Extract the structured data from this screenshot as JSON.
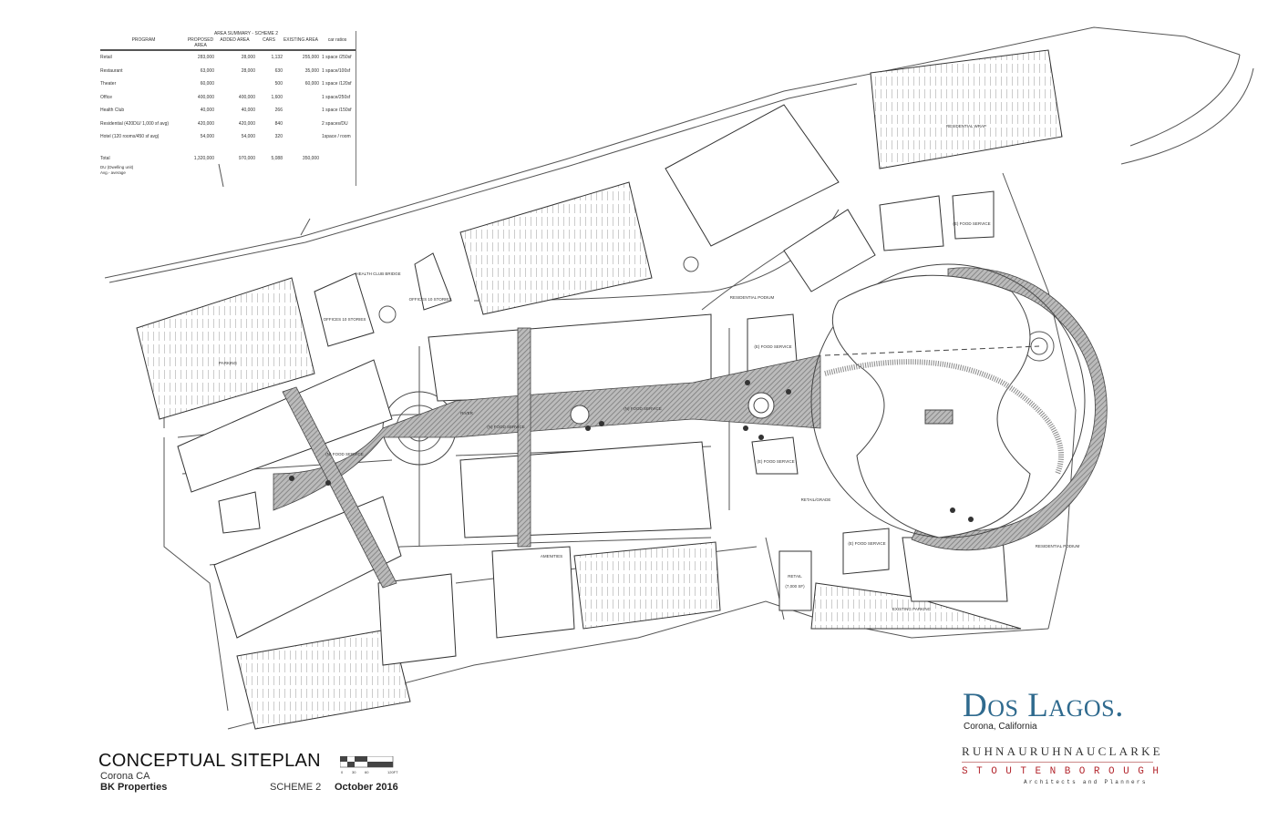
{
  "area_summary": {
    "title": "AREA SUMMARY - SCHEME 2",
    "headers": [
      "PROGRAM",
      "PROPOSED AREA",
      "ADDED AREA",
      "CARS",
      "EXISTING AREA",
      "car ratios"
    ],
    "rows": [
      [
        "Retail",
        "283,000",
        "28,000",
        "1,132",
        "255,000",
        "1 space /250sf"
      ],
      [
        "Restaurant",
        "63,000",
        "28,000",
        "630",
        "35,000",
        "1 space/100sf"
      ],
      [
        "Theater",
        "60,000",
        "",
        "500",
        "60,000",
        "1 space /120sf"
      ],
      [
        "Office",
        "400,000",
        "400,000",
        "1,600",
        "",
        "1 space/250sf"
      ],
      [
        "Health Club",
        "40,000",
        "40,000",
        "266",
        "",
        "1 space /150sf"
      ],
      [
        "Residential (420DU/ 1,000 sf avg)",
        "420,000",
        "420,000",
        "840",
        "",
        "2 spaces/DU"
      ],
      [
        "Hotel (120 rooms/450 sf avg)",
        "54,000",
        "54,000",
        "320",
        "",
        "1space / room"
      ]
    ],
    "total": [
      "Total",
      "1,320,000",
      "970,000",
      "5,088",
      "350,000",
      ""
    ],
    "notes": [
      "DU (Dwelling unit)",
      "Avg.- average"
    ]
  },
  "plan_labels": {
    "health_club": "HEALTH CLUB BRIDGE",
    "offices_a": "OFFICES 10 STORIES",
    "offices_b": "OFFICES 10 STORIES",
    "res_podium_n": "RESIDENTIAL PODIUM",
    "food_e1": "(E) FOOD SERVICE",
    "food_e2": "(E) FOOD SERVICE",
    "food_e3": "(E) FOOD SERVICE",
    "food_e4": "(E) FOOD SERVICE",
    "food_n1": "(N) FOOD SERVICE",
    "food_n2": "(N) FOOD SERVICE",
    "food_n3": "(N) FOOD SERVICE",
    "river": "RIVER",
    "res_wrap": "RESIDENTIAL WRAP",
    "retail": "RETAIL",
    "retail_sf": "(7,000 SF)",
    "existing_parking": "EXISTING PARKING",
    "amenities": "AMENITIES",
    "retail_grade": "RETAIL/GRADE",
    "res_podium_e": "RESIDENTIAL PODIUM",
    "parking": "PARKING"
  },
  "title_block": {
    "title": "CONCEPTUAL SITEPLAN",
    "location": "Corona CA",
    "client": "BK Properties",
    "scheme": "SCHEME 2",
    "date": "October  2016",
    "scale_labels": [
      "0",
      "30",
      "60",
      "120FT"
    ]
  },
  "branding": {
    "logo": "Dos Lagos.",
    "logo_sub": "Corona, California",
    "firm1": "RUHNAURUHNAUCLARKE",
    "firm2": "STOUTENBOROUGH",
    "firm2_sub": "Architects and Planners",
    "logo_color": "#2f6a8e",
    "firm2_color": "#b3262d"
  }
}
